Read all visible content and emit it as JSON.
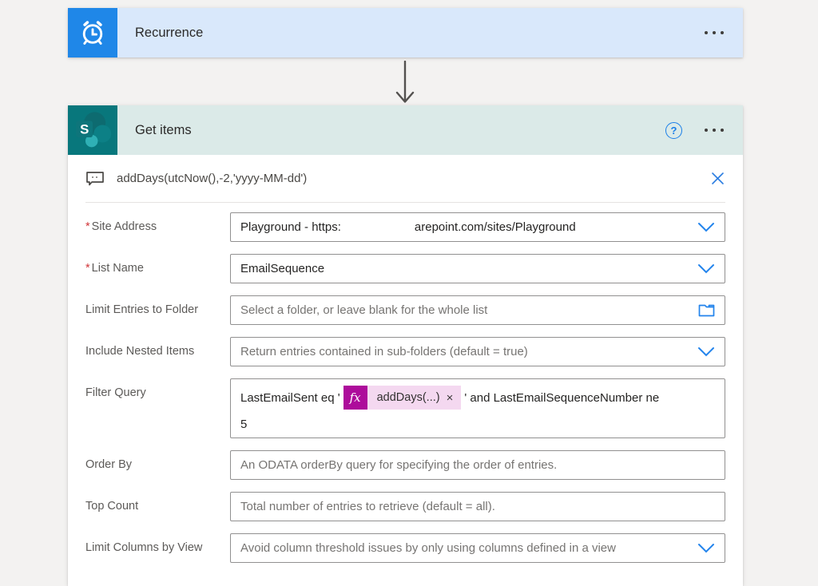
{
  "recurrence": {
    "title": "Recurrence",
    "icon": "alarm-clock-icon",
    "icon_bg": "#1f87e8",
    "header_bg": "#d9e8fb"
  },
  "connector": {
    "icon": "arrow-down-icon"
  },
  "get_items": {
    "title": "Get items",
    "icon": "sharepoint-icon",
    "icon_bg": "#08777c",
    "header_bg": "#dbeae8",
    "help_label": "?",
    "comment": {
      "text": "addDays(utcNow(),-2,'yyyy-MM-dd')"
    },
    "fields": {
      "site_address": {
        "required": "*",
        "label": "Site Address",
        "value_prefix": "Playground - https:",
        "value_suffix": "arepoint.com/sites/Playground"
      },
      "list_name": {
        "required": "*",
        "label": "List Name",
        "value": "EmailSequence"
      },
      "limit_folder": {
        "label": "Limit Entries to Folder",
        "placeholder": "Select a folder, or leave blank for the whole list"
      },
      "nested_items": {
        "label": "Include Nested Items",
        "placeholder": "Return entries contained in sub-folders (default = true)"
      },
      "filter_query": {
        "label": "Filter Query",
        "text_before": "LastEmailSent eq '",
        "token_label": "addDays(...)",
        "token_dismiss": "×",
        "text_after": "' and LastEmailSequenceNumber ne",
        "line2": "5"
      },
      "order_by": {
        "label": "Order By",
        "placeholder": "An ODATA orderBy query for specifying the order of entries."
      },
      "top_count": {
        "label": "Top Count",
        "placeholder": "Total number of entries to retrieve (default = all)."
      },
      "limit_columns": {
        "label": "Limit Columns by View",
        "placeholder": "Avoid column threshold issues by only using columns defined in a view"
      }
    }
  },
  "colors": {
    "accent_blue": "#1f87e8",
    "sharepoint_teal": "#08777c",
    "expression_magenta": "#ad0c9b",
    "expression_pill_bg": "#f4d8f0",
    "required_red": "#d13438"
  }
}
